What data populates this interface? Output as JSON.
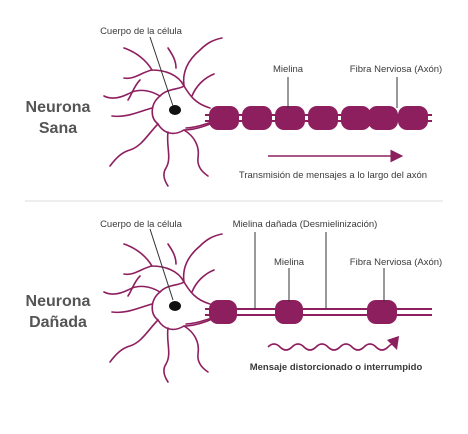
{
  "colors": {
    "accent": "#8e1f5f",
    "line": "#333333",
    "title": "#555555",
    "divider": "#dddddd"
  },
  "healthy": {
    "title_line1": "Neurona",
    "title_line2": "Sana",
    "cell_body_label": "Cuerpo de la célula",
    "myelin_label": "Mielina",
    "fiber_label": "Fibra Nerviosa (Axón)",
    "caption": "Transmisión de mensajes a lo largo del axón"
  },
  "damaged": {
    "title_line1": "Neurona",
    "title_line2": "Dañada",
    "cell_body_label": "Cuerpo de la célula",
    "damaged_myelin_label": "Mielina dañada (Desmielinización)",
    "myelin_label": "Mielina",
    "fiber_label": "Fibra Nerviosa (Axón)",
    "caption": "Mensaje distorcionado o interrumpido"
  }
}
